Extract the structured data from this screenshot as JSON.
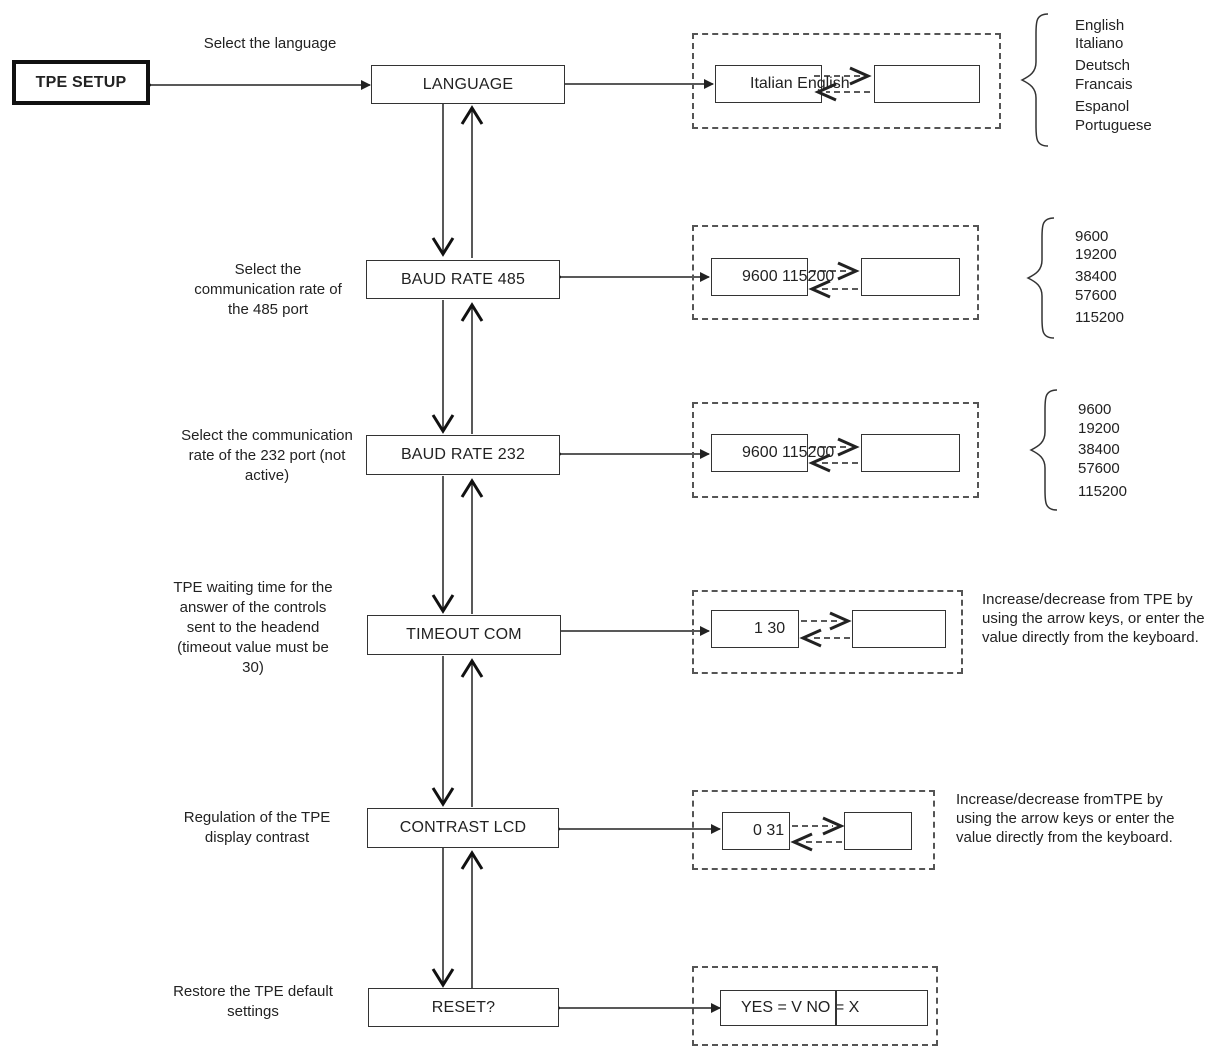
{
  "title": "TPE SETUP",
  "rows": [
    {
      "id": "language",
      "label": "LANGUAGE",
      "description": "Select the language",
      "value": "Italian  English",
      "options": [
        "English",
        "Italiano",
        "Deutsch",
        "Francais",
        "Espanol",
        "Portuguese"
      ]
    },
    {
      "id": "baud-rate-485",
      "label": "BAUD RATE 485",
      "description": "Select the communication rate of the 485 port",
      "value": "9600  115200",
      "options": [
        "9600",
        "19200",
        "38400",
        "57600",
        "115200"
      ]
    },
    {
      "id": "baud-rate-232",
      "label": "BAUD RATE 232",
      "description": "Select the communication rate of the 232 port (not active)",
      "value": "9600  115200",
      "options": [
        "9600",
        "19200",
        "38400",
        "57600",
        "115200"
      ]
    },
    {
      "id": "timeout-com",
      "label": "TIMEOUT COM",
      "description": "TPE waiting time for the answer of the controls sent to the headend (timeout value must be 30)",
      "value": "1  30",
      "note": "Increase/decrease from TPE by using the arrow keys, or enter the value directly from the keyboard."
    },
    {
      "id": "contrast-lcd",
      "label": "CONTRAST LCD",
      "description": "Regulation of the TPE display contrast",
      "value": "0  31",
      "note": "Increase/decrease fromTPE by using the arrow keys or enter the value directly from the keyboard."
    },
    {
      "id": "reset",
      "label": "RESET?",
      "description": "Restore the TPE default settings",
      "value": "YES = V  NO = X"
    }
  ]
}
